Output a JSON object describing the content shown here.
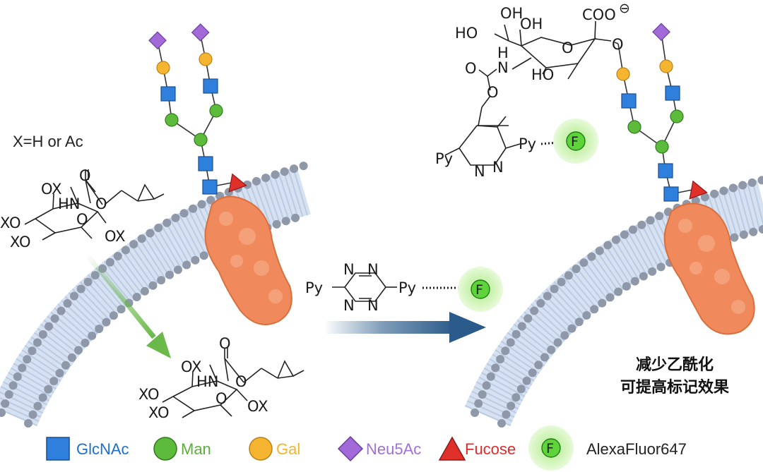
{
  "substituent_note": "X=H or Ac",
  "tetrazine": {
    "left": "Py",
    "right": "Py",
    "n1": "N",
    "n2": "N",
    "n3": "N",
    "n4": "N"
  },
  "sugar_labels": {
    "ox": "OX",
    "xo": "XO",
    "hn": "HN",
    "o": "O",
    "carbonyl_o": "O"
  },
  "sialic": {
    "ho": "HO",
    "oh": "OH",
    "coo": "COO",
    "charge": "⊖",
    "o": "O",
    "h": "H",
    "n": "N",
    "py": "Py",
    "fluor_letter": "F"
  },
  "result_text": [
    "减少乙酰化",
    "可提高标记效果"
  ],
  "legend": [
    {
      "shape": "square",
      "label": "GlcNAc",
      "color": "#1f6fd0"
    },
    {
      "shape": "circle",
      "label": "Man",
      "color": "#5ab03a"
    },
    {
      "shape": "circle",
      "label": "Gal",
      "color": "#f3b52b"
    },
    {
      "shape": "diamond",
      "label": "Neu5Ac",
      "color": "#a070d8"
    },
    {
      "shape": "triangle",
      "label": "Fucose",
      "color": "#e02a2a"
    },
    {
      "shape": "fluor",
      "label": "AlexaFluor647",
      "color": "#222222"
    }
  ],
  "colors": {
    "glcnac": "#2f7fdc",
    "man": "#5cbb3a",
    "gal": "#f5b531",
    "neu5ac": "#a26ad8",
    "fucose": "#e0302a",
    "protein": "#f08a5c",
    "membrane_head": "#8f98a8",
    "membrane_tail": "#c9d6ea",
    "arrow_blue": "#2a5b8a",
    "arrow_green": "#6ab94a",
    "fluor_glow": "#c8f0b0"
  }
}
